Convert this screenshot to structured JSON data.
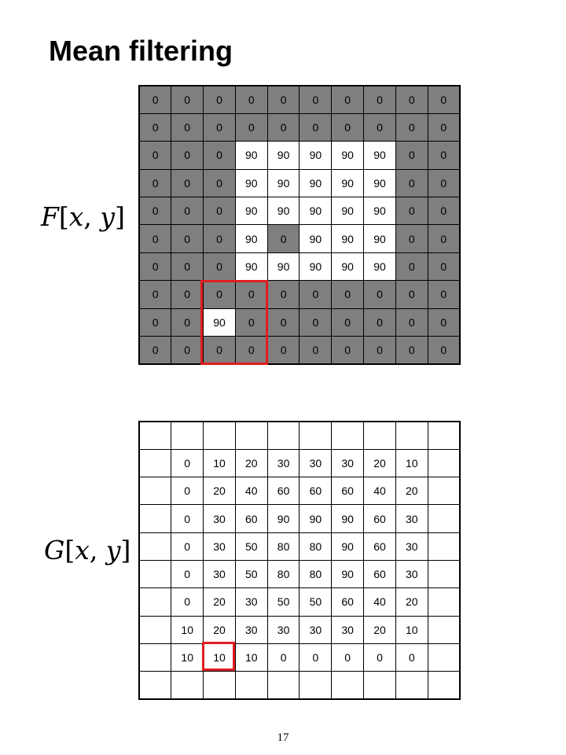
{
  "title": "Mean filtering",
  "input_label": {
    "func": "F",
    "open": "[",
    "x": "x",
    "comma": ",",
    "y": "y",
    "close": "]"
  },
  "output_label": {
    "func": "G",
    "open": "[",
    "x": "x",
    "comma": ",",
    "y": "y",
    "close": "]"
  },
  "input_grid": [
    [
      "0",
      "0",
      "0",
      "0",
      "0",
      "0",
      "0",
      "0",
      "0",
      "0"
    ],
    [
      "0",
      "0",
      "0",
      "0",
      "0",
      "0",
      "0",
      "0",
      "0",
      "0"
    ],
    [
      "0",
      "0",
      "0",
      "90",
      "90",
      "90",
      "90",
      "90",
      "0",
      "0"
    ],
    [
      "0",
      "0",
      "0",
      "90",
      "90",
      "90",
      "90",
      "90",
      "0",
      "0"
    ],
    [
      "0",
      "0",
      "0",
      "90",
      "90",
      "90",
      "90",
      "90",
      "0",
      "0"
    ],
    [
      "0",
      "0",
      "0",
      "90",
      "0",
      "90",
      "90",
      "90",
      "0",
      "0"
    ],
    [
      "0",
      "0",
      "0",
      "90",
      "90",
      "90",
      "90",
      "90",
      "0",
      "0"
    ],
    [
      "0",
      "0",
      "0",
      "0",
      "0",
      "0",
      "0",
      "0",
      "0",
      "0"
    ],
    [
      "0",
      "0",
      "90",
      "0",
      "0",
      "0",
      "0",
      "0",
      "0",
      "0"
    ],
    [
      "0",
      "0",
      "0",
      "0",
      "0",
      "0",
      "0",
      "0",
      "0",
      "0"
    ]
  ],
  "output_grid": [
    [
      "",
      "",
      "",
      "",
      "",
      "",
      "",
      "",
      "",
      ""
    ],
    [
      "",
      "0",
      "10",
      "20",
      "30",
      "30",
      "30",
      "20",
      "10",
      ""
    ],
    [
      "",
      "0",
      "20",
      "40",
      "60",
      "60",
      "60",
      "40",
      "20",
      ""
    ],
    [
      "",
      "0",
      "30",
      "60",
      "90",
      "90",
      "90",
      "60",
      "30",
      ""
    ],
    [
      "",
      "0",
      "30",
      "50",
      "80",
      "80",
      "90",
      "60",
      "30",
      ""
    ],
    [
      "",
      "0",
      "30",
      "50",
      "80",
      "80",
      "90",
      "60",
      "30",
      ""
    ],
    [
      "",
      "0",
      "20",
      "30",
      "50",
      "50",
      "60",
      "40",
      "20",
      ""
    ],
    [
      "",
      "10",
      "20",
      "30",
      "30",
      "30",
      "30",
      "20",
      "10",
      ""
    ],
    [
      "",
      "10",
      "10",
      "10",
      "0",
      "0",
      "0",
      "0",
      "0",
      ""
    ],
    [
      "",
      "",
      "",
      "",
      "",
      "",
      "",
      "",
      "",
      ""
    ]
  ],
  "colors": {
    "gray_cell": "#7f7f7f",
    "white_cell": "#ffffff",
    "highlight": "#e01e1e"
  },
  "page_number": "17"
}
